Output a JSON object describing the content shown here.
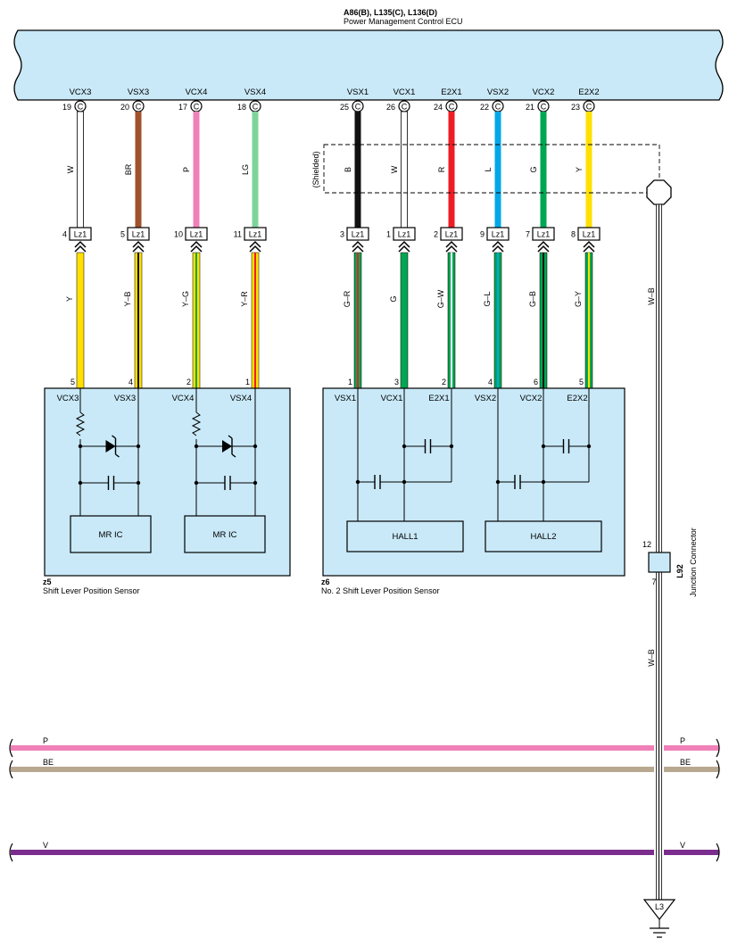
{
  "ecu": {
    "code": "A86(B), L135(C), L136(D)",
    "name": "Power Management Control ECU",
    "connector_letter": "C",
    "pins": [
      {
        "signal": "VCX3",
        "pin": "19"
      },
      {
        "signal": "VSX3",
        "pin": "20"
      },
      {
        "signal": "VCX4",
        "pin": "17"
      },
      {
        "signal": "VSX4",
        "pin": "18"
      },
      {
        "signal": "VSX1",
        "pin": "25"
      },
      {
        "signal": "VCX1",
        "pin": "26"
      },
      {
        "signal": "E2X1",
        "pin": "24"
      },
      {
        "signal": "VSX2",
        "pin": "22"
      },
      {
        "signal": "VCX2",
        "pin": "21"
      },
      {
        "signal": "E2X2",
        "pin": "23"
      }
    ]
  },
  "shielded_label": "(Shielded)",
  "upper_wires": [
    {
      "label": "W",
      "color": "#ffffff"
    },
    {
      "label": "BR",
      "color": "#a0522d"
    },
    {
      "label": "P",
      "color": "#f080b8"
    },
    {
      "label": "LG",
      "color": "#7fd39a"
    },
    {
      "label": "B",
      "color": "#111111"
    },
    {
      "label": "W",
      "color": "#ffffff"
    },
    {
      "label": "R",
      "color": "#ee1c25"
    },
    {
      "label": "L",
      "color": "#00a8e8"
    },
    {
      "label": "G",
      "color": "#00a651"
    },
    {
      "label": "Y",
      "color": "#ffe000"
    }
  ],
  "junction": {
    "name": "Lz1",
    "pins": [
      "4",
      "5",
      "10",
      "11",
      "3",
      "1",
      "2",
      "9",
      "7",
      "8"
    ]
  },
  "lower_wires": [
    {
      "label": "Y",
      "base": "#ffe000",
      "stripe": "#ffe000"
    },
    {
      "label": "Y–B",
      "base": "#ffe000",
      "stripe": "#111111"
    },
    {
      "label": "Y–G",
      "base": "#ffe000",
      "stripe": "#00a651"
    },
    {
      "label": "Y–R",
      "base": "#ffe000",
      "stripe": "#ee1c25"
    },
    {
      "label": "G–R",
      "base": "#00a651",
      "stripe": "#ee1c25"
    },
    {
      "label": "G",
      "base": "#00a651",
      "stripe": "#00a651"
    },
    {
      "label": "G–W",
      "base": "#00a651",
      "stripe": "#ffffff"
    },
    {
      "label": "G–L",
      "base": "#00a651",
      "stripe": "#00a8e8"
    },
    {
      "label": "G–B",
      "base": "#00a651",
      "stripe": "#111111"
    },
    {
      "label": "G–Y",
      "base": "#00a651",
      "stripe": "#ffe000"
    }
  ],
  "sensor1": {
    "code": "z5",
    "name": "Shift Lever Position Sensor",
    "pins": [
      "5",
      "4",
      "2",
      "1"
    ],
    "signals": [
      "VCX3",
      "VSX3",
      "VCX4",
      "VSX4"
    ],
    "ic_labels": [
      "MR IC",
      "MR IC"
    ]
  },
  "sensor2": {
    "code": "z6",
    "name": "No.  2 Shift Lever Position Sensor",
    "pins": [
      "1",
      "3",
      "2",
      "4",
      "6",
      "5"
    ],
    "signals": [
      "VSX1",
      "VCX1",
      "E2X1",
      "VSX2",
      "VCX2",
      "E2X2"
    ],
    "ic_labels": [
      "HALL1",
      "HALL2"
    ]
  },
  "drain_wire": {
    "label_upper": "W–B",
    "label_lower": "W–B"
  },
  "junction_connector": {
    "code": "L92",
    "name": "Junction Connector",
    "pin_top": "12",
    "pin_bottom": "7"
  },
  "bus_lines": [
    {
      "label": "P",
      "color": "#f080b8"
    },
    {
      "label": "BE",
      "color": "#b8a890"
    },
    {
      "label": "V",
      "color": "#7b2d8e"
    }
  ],
  "ground": {
    "label": "L3"
  },
  "colors": {
    "panel": "#c9e9f8",
    "stroke": "#000000"
  }
}
